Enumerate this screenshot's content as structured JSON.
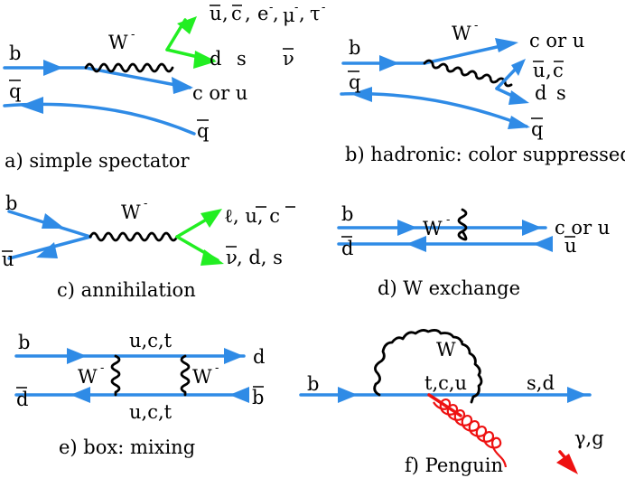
{
  "panels": {
    "a": {
      "caption": "a) simple spectator",
      "b": "b",
      "qbar": "q",
      "w": "W",
      "w_sup": "-",
      "top_products": [
        "u",
        ",",
        "c",
        ",",
        "e",
        ",",
        "μ",
        ",",
        "τ"
      ],
      "d": "d",
      "s": "s",
      "nubar": "ν",
      "cu": "c or u",
      "qbar_out": "q"
    },
    "b": {
      "caption": "b) hadronic: color suppressed",
      "b": "b",
      "qbar": "q",
      "w": "W",
      "w_sup": "-",
      "cu": "c or u",
      "ubar": "u",
      "comma": ",",
      "cbar": "c",
      "d": "d",
      "s": "s",
      "qbar_out": "q"
    },
    "c": {
      "caption": "c) annihilation",
      "b": "b",
      "ubar": "u",
      "w": "W",
      "w_sup": "-",
      "top_products": "ℓ",
      "top_rest": ", u, c",
      "nubar": "ν",
      "bottom_rest": ", d, s"
    },
    "d": {
      "caption": "d) W exchange",
      "b": "b",
      "dbar": "d",
      "w": "W",
      "w_sup": "-",
      "cu": "c or u",
      "ubar": "u"
    },
    "e": {
      "caption": "e) box: mixing",
      "b": "b",
      "dbar": "d",
      "top_mid": "u,c,t",
      "bottom_mid": "u,c,t",
      "d_out": "d",
      "bbar_out": "b",
      "w": "W",
      "w_sup": "-"
    },
    "f": {
      "caption": "f) Penguin",
      "b": "b",
      "w": "W",
      "w_sup": "-",
      "loop": "t,c,u",
      "sd": "s,d",
      "gamma": "γ,g"
    }
  },
  "colors": {
    "fermion": "#2f8be6",
    "lepton": "#22ee22",
    "photon": "#ee1111",
    "boson": "#000000"
  }
}
